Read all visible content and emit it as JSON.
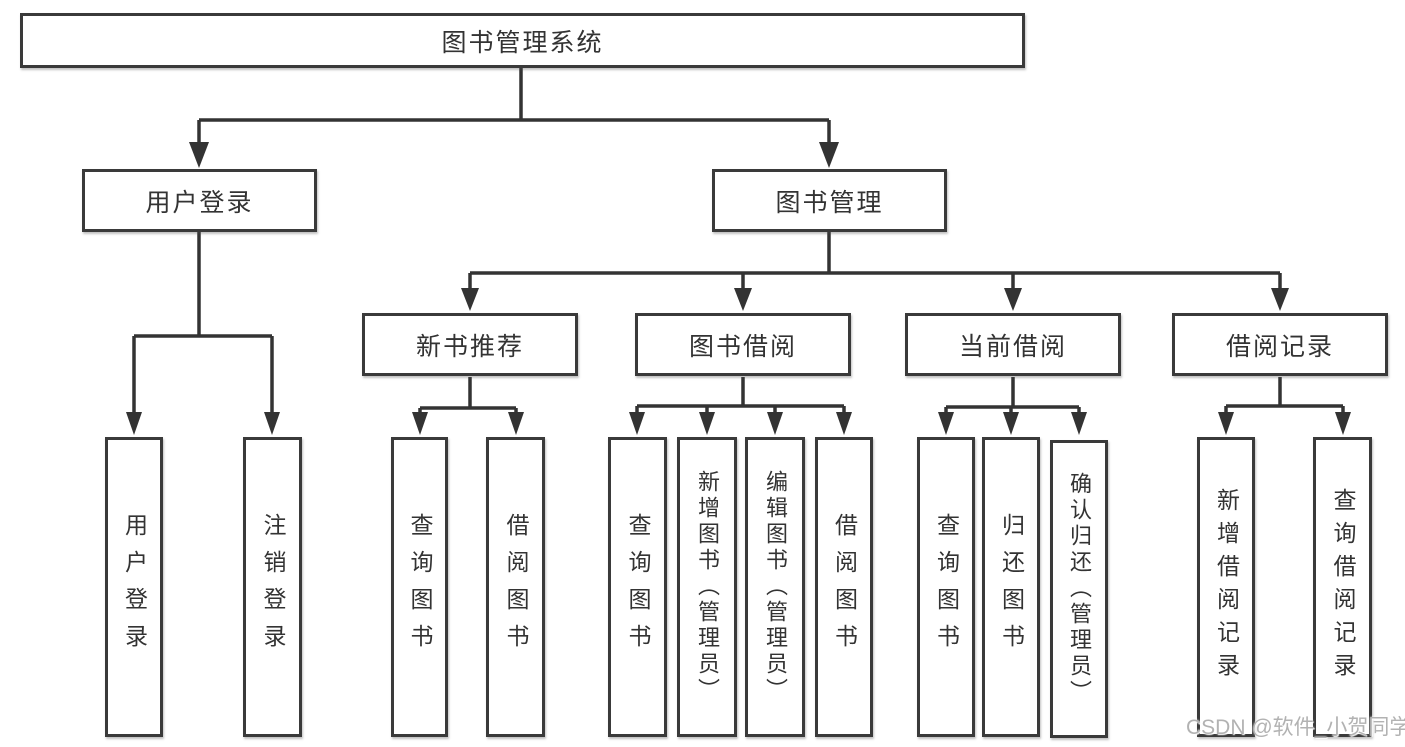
{
  "tree": {
    "root": "图书管理系统",
    "children": [
      {
        "label": "用户登录",
        "children": [
          {
            "label": "用户登录"
          },
          {
            "label": "注销登录"
          }
        ]
      },
      {
        "label": "图书管理",
        "children": [
          {
            "label": "新书推荐",
            "children": [
              {
                "label": "查询图书"
              },
              {
                "label": "借阅图书"
              }
            ]
          },
          {
            "label": "图书借阅",
            "children": [
              {
                "label": "查询图书"
              },
              {
                "label": "新增图书（管理员）"
              },
              {
                "label": "编辑图书（管理员）"
              },
              {
                "label": "借阅图书"
              }
            ]
          },
          {
            "label": "当前借阅",
            "children": [
              {
                "label": "查询图书"
              },
              {
                "label": "归还图书"
              },
              {
                "label": "确认归还（管理员）"
              }
            ]
          },
          {
            "label": "借阅记录",
            "children": [
              {
                "label": "新增借阅记录"
              },
              {
                "label": "查询借阅记录"
              }
            ]
          }
        ]
      }
    ]
  },
  "watermark": "CSDN @软件_小贺同学",
  "colors": {
    "line": "#333333",
    "text": "#333333",
    "box_background": "#ffffff",
    "watermark": "#b2b2b2",
    "background": "#ffffff"
  }
}
